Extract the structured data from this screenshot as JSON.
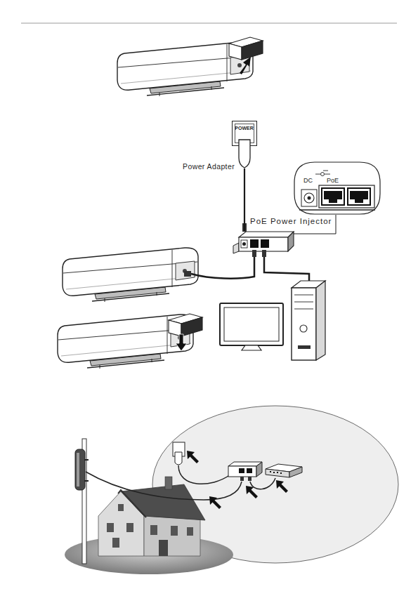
{
  "diagram": {
    "nodes": [
      {
        "text": [
          "POWER"
        ]
      },
      {
        "text": [
          "Power Adapter"
        ]
      },
      {
        "text": [
          "DC",
          "PoE"
        ]
      },
      {
        "text": [
          "PoE Power Injector"
        ]
      }
    ],
    "edges": [
      {
        "from": 1,
        "to": 3,
        "arrow": "none"
      },
      {
        "from": 3,
        "to": 2,
        "arrow": "none"
      }
    ]
  }
}
